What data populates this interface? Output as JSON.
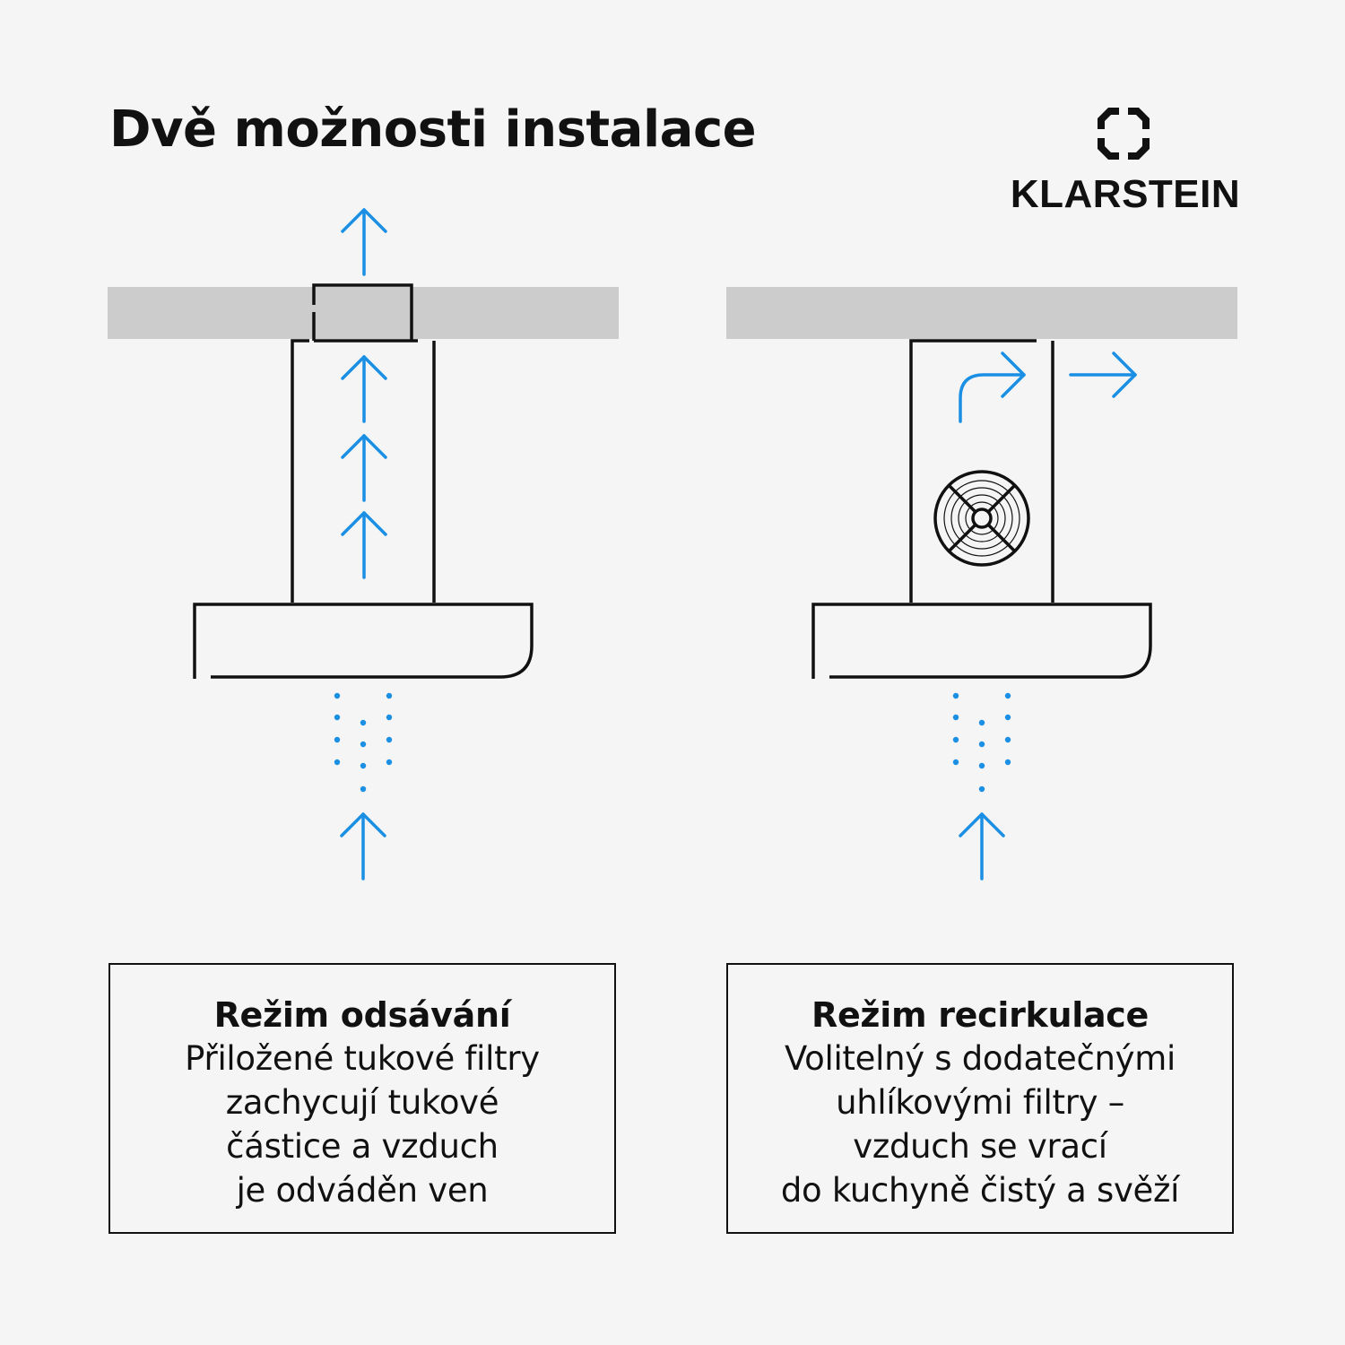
{
  "title": "Dvě možnosti instalace",
  "brand": {
    "name": "KLARSTEIN",
    "logo_icon": "klarstein-logo-icon"
  },
  "colors": {
    "background": "#f5f5f5",
    "ceiling": "#cccccc",
    "outline": "#111111",
    "airflow": "#1a8fe3"
  },
  "modes": [
    {
      "heading": "Režim odsávání",
      "description": "Přiložené tukové filtry\nzachycují tukové\nčástice a vzduch\nje odváděn ven"
    },
    {
      "heading": "Režim recirkulace",
      "description": "Volitelný s dodatečnými\nuhlíkovými filtry –\nvzduch se vrací\ndo kuchyně čistý a svěží"
    }
  ]
}
